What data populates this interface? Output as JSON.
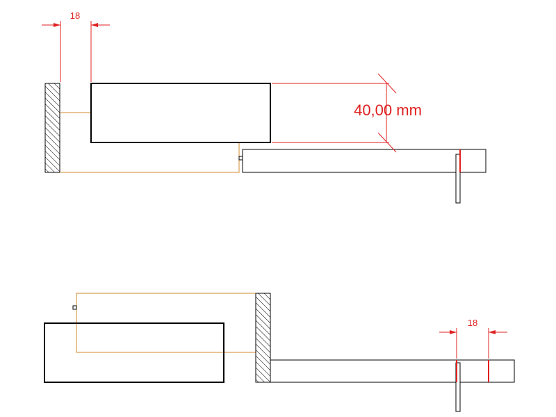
{
  "colors": {
    "outline": "#000000",
    "dimension": "#e02020",
    "phantom": "#d08a2a"
  },
  "dimensions": {
    "top_gap": "18",
    "height": "40,00 mm",
    "bottom_gap": "18"
  }
}
